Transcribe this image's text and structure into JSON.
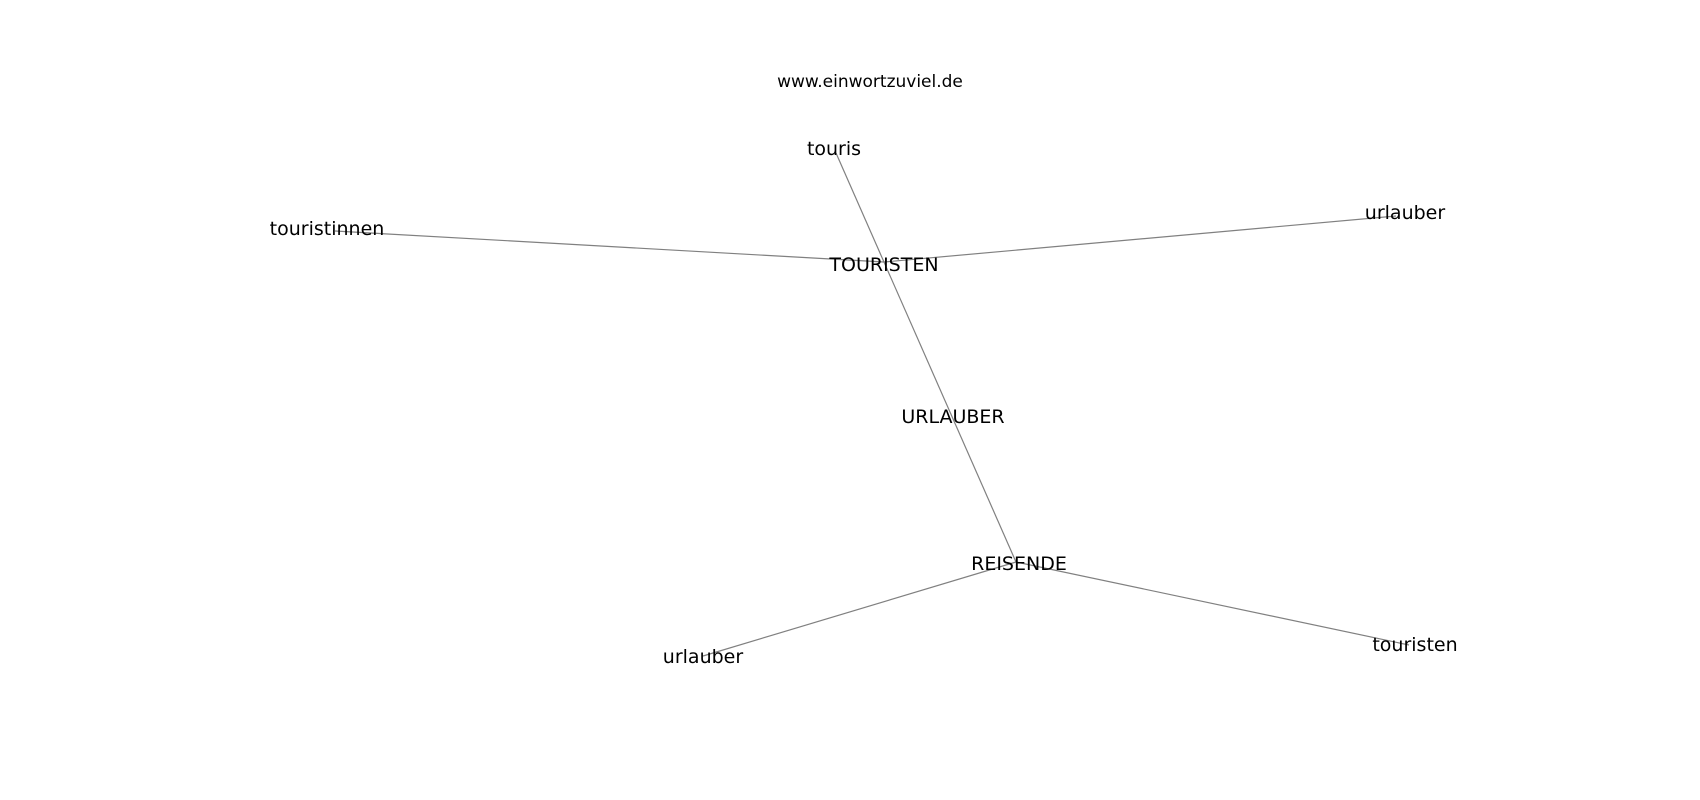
{
  "diagram": {
    "source_label": "www.einwortzuviel.de",
    "nodes": [
      {
        "id": "touris",
        "label": "touris"
      },
      {
        "id": "TOURISTEN",
        "label": "TOURISTEN"
      },
      {
        "id": "touristinnen",
        "label": "touristinnen"
      },
      {
        "id": "urlauber_top",
        "label": "urlauber"
      },
      {
        "id": "URLAUBER",
        "label": "URLAUBER"
      },
      {
        "id": "REISENDE",
        "label": "REISENDE"
      },
      {
        "id": "urlauber_bottom",
        "label": "urlauber"
      },
      {
        "id": "touristen",
        "label": "touristen"
      }
    ],
    "edges": [
      {
        "from": "touris",
        "to": "REISENDE"
      },
      {
        "from": "touristinnen",
        "to": "TOURISTEN"
      },
      {
        "from": "TOURISTEN",
        "to": "urlauber_top"
      },
      {
        "from": "REISENDE",
        "to": "urlauber_bottom"
      },
      {
        "from": "REISENDE",
        "to": "touristen"
      }
    ],
    "colors": {
      "edge": "#808080",
      "text": "#000000",
      "background": "#ffffff"
    }
  }
}
